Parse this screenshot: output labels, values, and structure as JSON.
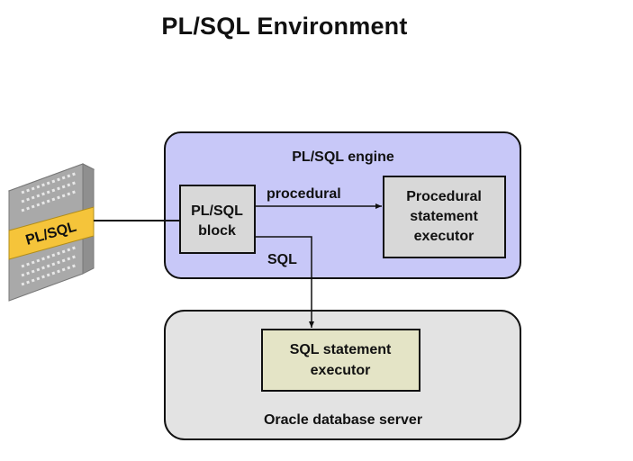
{
  "title": "PL/SQL Environment",
  "diagram": {
    "server_icon_label": "PL/SQL",
    "engine": {
      "label": "PL/SQL engine",
      "block_line1": "PL/SQL",
      "block_line2": "block",
      "executor_line1": "Procedural",
      "executor_line2": "statement",
      "executor_line3": "executor",
      "procedural_edge_label": "procedural",
      "sql_edge_label": "SQL"
    },
    "database": {
      "label": "Oracle database server",
      "executor_line1": "SQL statement",
      "executor_line2": "executor"
    }
  },
  "colors": {
    "engine_fill": "#c8c8f8",
    "database_fill": "#e3e3e3",
    "node_fill": "#d8d8d8",
    "sql_executor_fill": "#e4e4c6",
    "band_fill": "#f5c43a",
    "outline": "#111111"
  }
}
